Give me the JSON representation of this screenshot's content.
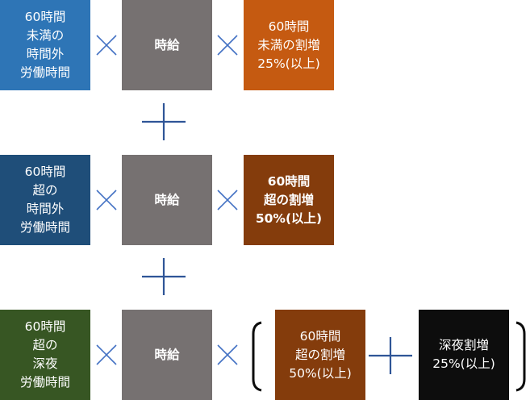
{
  "colors": {
    "blue": "#2e75b6",
    "dark_blue": "#1f4e79",
    "green": "#375623",
    "gray": "#767171",
    "orange": "#c55a11",
    "brown": "#843c0c",
    "black": "#0d0d0d",
    "operator": "#4472c4",
    "plus": "#2f5597"
  },
  "rows": [
    {
      "category": "60時間\n未満の\n時間外\n労働時間",
      "wage": "時給",
      "premium": "60時間\n未満の割増\n25%(以上)"
    },
    {
      "category": "60時間\n超の\n時間外\n労働時間",
      "wage": "時給",
      "premium": "60時間\n超の割増\n50%(以上)"
    },
    {
      "category": "60時間\n超の\n深夜\n労働時間",
      "wage": "時給",
      "premium": "60時間\n超の割増\n50%(以上)",
      "night": "深夜割増\n25%(以上)"
    }
  ],
  "icons": {
    "multiply": "multiply-icon",
    "plus": "plus-icon",
    "bracket_left": "left-bracket-icon",
    "bracket_right": "right-bracket-icon"
  }
}
